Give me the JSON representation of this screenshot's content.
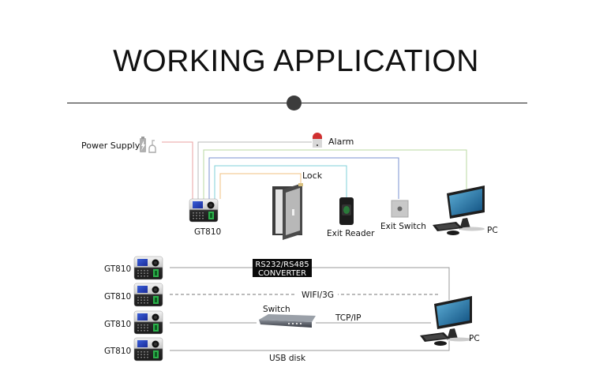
{
  "title": "WORKING APPLICATION",
  "top_diagram": {
    "controller": {
      "label": "GT810",
      "icon": "fingerprint-terminal-icon"
    },
    "power_supply": {
      "label": "Power Supply",
      "icon": "power-plug-icon"
    },
    "alarm": {
      "label": "Alarm",
      "icon": "siren-icon"
    },
    "lock": {
      "label": "Lock",
      "icon": "door-icon"
    },
    "exit_reader": {
      "label": "Exit Reader",
      "icon": "fingerprint-reader-icon"
    },
    "exit_switch": {
      "label": "Exit Switch",
      "icon": "push-button-icon"
    },
    "pc": {
      "label": "PC",
      "icon": "all-in-one-pc-icon"
    },
    "wire_colors": {
      "power": "#e8a0a0",
      "alarm": "#b8b8b8",
      "pc": "#b8d8a0",
      "exit_switch": "#7a90d0",
      "exit_reader": "#7fd0d8",
      "lock": "#f0c080"
    }
  },
  "bottom_diagram": {
    "terminals": [
      {
        "label": "GT810"
      },
      {
        "label": "GT810"
      },
      {
        "label": "GT810"
      },
      {
        "label": "GT810"
      }
    ],
    "links": [
      {
        "label_line1": "RS232/RS485",
        "label_line2": "CONVERTER",
        "style": "solid"
      },
      {
        "label": "WIFI/3G",
        "style": "dashed"
      },
      {
        "label": "TCP/IP",
        "via": "Switch",
        "style": "solid"
      },
      {
        "label": "USB disk",
        "style": "solid"
      }
    ],
    "switch_label": "Switch",
    "pc": {
      "label": "PC"
    }
  }
}
